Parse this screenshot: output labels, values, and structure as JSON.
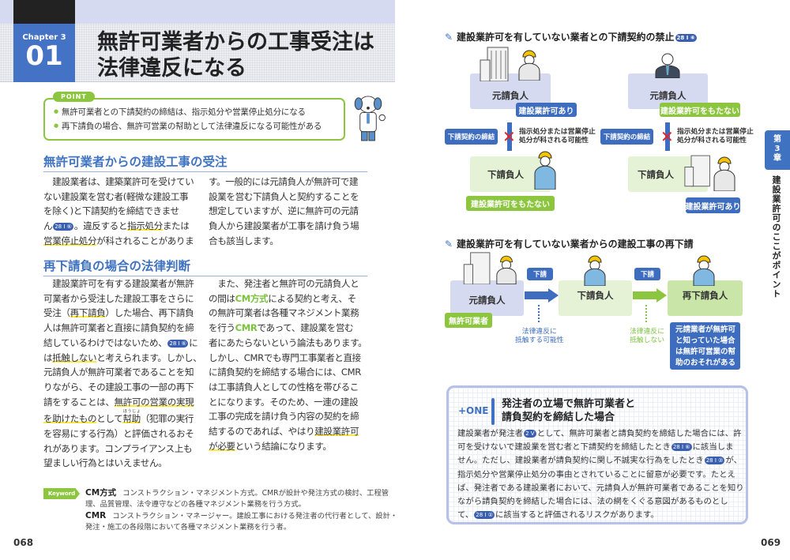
{
  "left_page": {
    "chapter_label": "Chapter 3",
    "section_number": "01",
    "title_lines": [
      "無許可業者からの工事受注は",
      "法律違反になる"
    ],
    "point": {
      "label": "POINT",
      "items": [
        "無許可業者との下請契約の締結は、指示処分や営業停止処分になる",
        "再下請負の場合、無許可営業の幇助として法律違反になる可能性がある"
      ]
    },
    "section1": {
      "heading": "無許可業者からの建設工事の受注",
      "col1": [
        [
          "　建設業者は、建築業許可を受けてい"
        ],
        [
          "ない建設業を営む者(軽微な建設工事"
        ],
        [
          "を除く)と下請契約を締結できませ"
        ],
        [
          "ん",
          {
            "ref": "28 I ⑥"
          },
          "。違反すると",
          {
            "t": "指示処分",
            "u": 1
          },
          "または"
        ],
        [
          {
            "t": "営業停止処分",
            "u": 1
          },
          "が科されることがありま"
        ]
      ],
      "col2": [
        [
          "す。一般的には元請負人が無許可で建"
        ],
        [
          "設業を営む下請負人と契約することを"
        ],
        [
          "想定していますが、逆に無許可の元請"
        ],
        [
          "負人から建設業者が工事を請け負う場"
        ],
        [
          "合も該当します。"
        ]
      ]
    },
    "section2": {
      "heading": "再下請負の場合の法律判断",
      "col1": [
        [
          "　建設業許可を有する建設業者が無許"
        ],
        [
          "可業者から受注した建設工事をさらに"
        ],
        [
          "受注（",
          {
            "t": "再下請負",
            "u": 1
          },
          "）した場合、再下請負"
        ],
        [
          "人は無許可業者と直接に請負契約を締"
        ],
        [
          "結しているわけではないため、",
          {
            "ref": "28 I ⑥"
          },
          "に"
        ],
        [
          "は",
          {
            "t": "抵触しない",
            "u": 1
          },
          "と考えられます。しかし、"
        ],
        [
          "元請負人が無許可業者であることを知"
        ],
        [
          "りながら、その建設工事の一部の再下"
        ],
        [
          "請をすることは、",
          {
            "t": "無許可の営業の実現",
            "u": 1
          }
        ],
        [
          {
            "t": "を助けたもの",
            "u": 1
          },
          "として",
          {
            "t": "幇助",
            "u": 1,
            "ruby": "ほうじょ"
          },
          "（犯罪の実行"
        ],
        [
          "を容易にする行為）と評価されるおそ"
        ],
        [
          "れがあります。コンプライアンス上も"
        ],
        [
          "望ましい行為とはいえません。"
        ]
      ],
      "col2": [
        [
          "　また、発注者と無許可の元請負人と"
        ],
        [
          "の間は",
          {
            "t": "CM方式",
            "g": 1
          },
          "による契約と考え、そ"
        ],
        [
          "の無許可業者は各種マネジメント業務"
        ],
        [
          "を行う",
          {
            "t": "CMR",
            "g": 1
          },
          "であって、建設業を営む"
        ],
        [
          "者にあたらないという論法もあります。"
        ],
        [
          "しかし、CMRでも専門工事業者と直接"
        ],
        [
          "に請負契約を締結する場合には、CMR"
        ],
        [
          "は工事請負人としての性格を帯びるこ"
        ],
        [
          "とになります。そのため、一連の建設"
        ],
        [
          "工事の完成を請け負う内容の契約を締"
        ],
        [
          "結するのであれば、やはり",
          {
            "t": "建設業許可",
            "u": 1
          }
        ],
        [
          {
            "t": "が必要",
            "u": 1
          },
          "という結論になります。"
        ]
      ]
    },
    "keyword": {
      "label": "Keyword",
      "entries": [
        {
          "term": "CM方式",
          "lines": [
            "コンストラクション・マネジメント方式。CMRが設計や発注方式の検討、工程管",
            "理、品質管理、法令遵守などの各種マネジメント業務を行う方式。"
          ]
        },
        {
          "term": "CMR",
          "lines": [
            "コンストラクション・マネージャー。建設工事における発注者の代行者として、設計・",
            "発注・施工の各段階において各種マネジメント業務を行う者。"
          ]
        }
      ]
    },
    "page_number": "068"
  },
  "right_page": {
    "figure1": {
      "title": "建設業許可を有していない業者との下請契約の禁止",
      "ref": "28 I ⑥",
      "left": {
        "upper": "元請負人",
        "upper_tag": "建設業許可あり",
        "contract": "下請契約の締結",
        "note": [
          "指示処分または営業停止",
          "処分が科される可能性"
        ],
        "lower": "下請負人",
        "lower_tag": "建設業許可をもたない"
      },
      "right": {
        "upper": "元請負人",
        "upper_tag": "建設業許可をもたない",
        "contract": "下請契約の締結",
        "note": [
          "指示処分または営業停止",
          "処分が科される可能性"
        ],
        "lower": "下請負人",
        "lower_tag": "建設業許可あり"
      }
    },
    "figure2": {
      "title": "建設業許可を有していない業者からの建設工事の再下請",
      "prime": "元請負人",
      "prime_tag": "無許可業者",
      "arrow1_label": "下請",
      "arrow1_note": [
        "法律違反に",
        "抵触する可能性"
      ],
      "sub": "下請負人",
      "arrow2_label": "下請",
      "arrow2_note": [
        "法律違反に",
        "抵触しない"
      ],
      "resub": "再下請負人",
      "resub_note": [
        "元請業者が無許可",
        "と知っていた場合",
        "は無許可営業の幇",
        "助のおそれがある"
      ]
    },
    "one": {
      "label": "+ONE",
      "title_lines": [
        "発注者の立場で無許可業者と",
        "請負契約を締結した場合"
      ],
      "lines": [
        [
          "建設業者が発注者",
          {
            "ref": "2 V"
          },
          "として、無許可業者と請負契約を締結した場合には、許"
        ],
        [
          "可を受けないで建設業を営む者と下請契約を締結したとき",
          {
            "ref": "28 I ⑥"
          },
          "に該当しま"
        ],
        [
          "せん。ただし、建設業者が請負契約に関し不誠実な行為をしたとき",
          {
            "ref": "28 I ②"
          },
          "が、"
        ],
        [
          "指示処分や営業停止処分の事由とされていることに留意が必要です。たとえ"
        ],
        [
          "ば、発注者である建設業者において、元請負人が無許可業者であることを知り"
        ],
        [
          "ながら請負契約を締結した場合には、法の網をくぐる意図があるものとし"
        ],
        [
          "て、",
          {
            "ref": "28 I ②"
          },
          "に該当すると評価されるリスクがあります。"
        ]
      ]
    },
    "side_tab": {
      "chapter": [
        "第",
        "3",
        "章"
      ],
      "text": "建設業許可のここがポイント"
    },
    "page_number": "069"
  },
  "colors": {
    "accent_blue": "#3f73c2",
    "accent_green": "#8cc63f",
    "highlight": "#ffeb3b",
    "lavender": "#d6daf0"
  }
}
